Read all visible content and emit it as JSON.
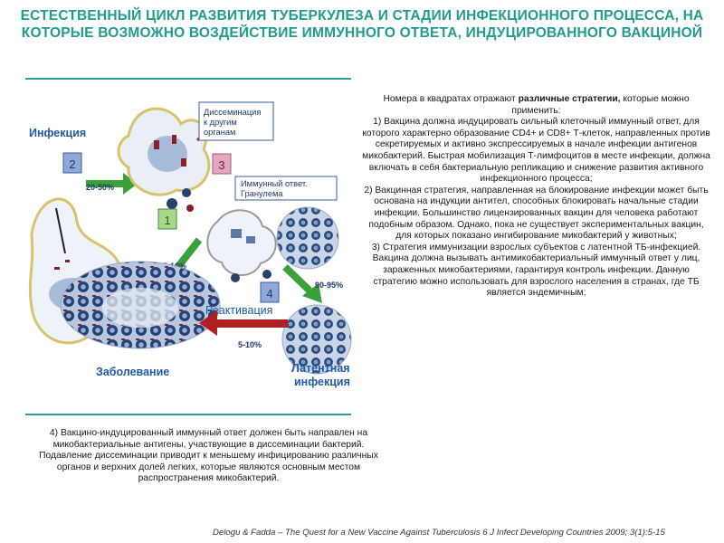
{
  "title": "ЕСТЕСТВЕННЫЙ ЦИКЛ РАЗВИТИЯ ТУБЕРКУЛЕЗА И СТАДИИ ИНФЕКЦИОННОГО ПРОЦЕССА, НА КОТОРЫЕ ВОЗМОЖНО ВОЗДЕЙСТВИЕ ИММУННОГО ОТВЕТА, ИНДУЦИРОВАННОГО ВАКЦИНОЙ",
  "diagram": {
    "infection_label": "Инфекция",
    "dissemination_label": [
      "Диссеминация",
      "к другим",
      "органам"
    ],
    "immune_label": [
      "Иммунный ответ.",
      "Гранулема"
    ],
    "pct_20_50": "20-50%",
    "pct_5_10_a": "5-10%",
    "pct_90_95": "90-95%",
    "pct_5_10_b": "5-10%",
    "reactivation_label": "Реактивация",
    "disease_label": "Заболевание",
    "latent_label": [
      "Латентная",
      "инфекция"
    ],
    "box_numbers": [
      "1",
      "2",
      "3",
      "4"
    ]
  },
  "right_text": {
    "intro_pre": "Номера в квадратах отражают ",
    "intro_bold": "различные стратегии,",
    "intro_post": " которые можно применить:",
    "items": [
      "1)   Вакцина должна индуцировать сильный клеточный иммунный ответ, для которого характерно образование CD4+ и CD8+ Т-клеток, направленных против секретируемых и активно экспрессируемых в начале инфекции антигенов микобактерий. Быстрая мобилизация Т-лимфоцитов в месте инфекции, должна включать в себя бактериальную репликацию и снижение развития активного инфекционного процесса;",
      "2)   Вакцинная стратегия, направленная на блокирование инфекции может быть основана на индукции антител, способных блокировать начальные стадии инфекции. Большинство лицензированных вакцин для человека работают подобным образом. Однако, пока не существует экспериментальных вакцин, для которых показано ингибирование микобактерий у животных;",
      "3)   Стратегия иммунизации взрослых субъектов с латентной ТБ-инфекцией. Вакцина должна вызывать антимикобактериальный иммунный ответ у лиц, зараженных микобактериями, гарантируя контроль инфекции. Данную стратегию можно использовать для взрослого населения в странах, где ТБ является эндемичным;"
    ]
  },
  "note4": "4)  Вакцино-индуцированный иммунный ответ должен быть направлен на микобактериальные антигены, участвующие в диссеминации бактерий. Подавление диссеминации приводит к меньшему инфицированию различных органов и верхних долей легких, которые являются основным местом распространения микобактерий.",
  "citation": "Delogu & Fadda – The Quest for a New Vaccine Against Tuberculosis 6 J Infect Developing Countries 2009; 3(1):5-15",
  "colors": {
    "title": "#1f9c8c",
    "label_blue": "#1e5aa8",
    "box_blue": "#8fa8d8",
    "box_pink": "#e4a7c0",
    "box_green": "#a8d88a",
    "arrow_green": "#3aa03a",
    "arrow_red": "#b02020",
    "cell_yellow": "#d9c36a"
  }
}
